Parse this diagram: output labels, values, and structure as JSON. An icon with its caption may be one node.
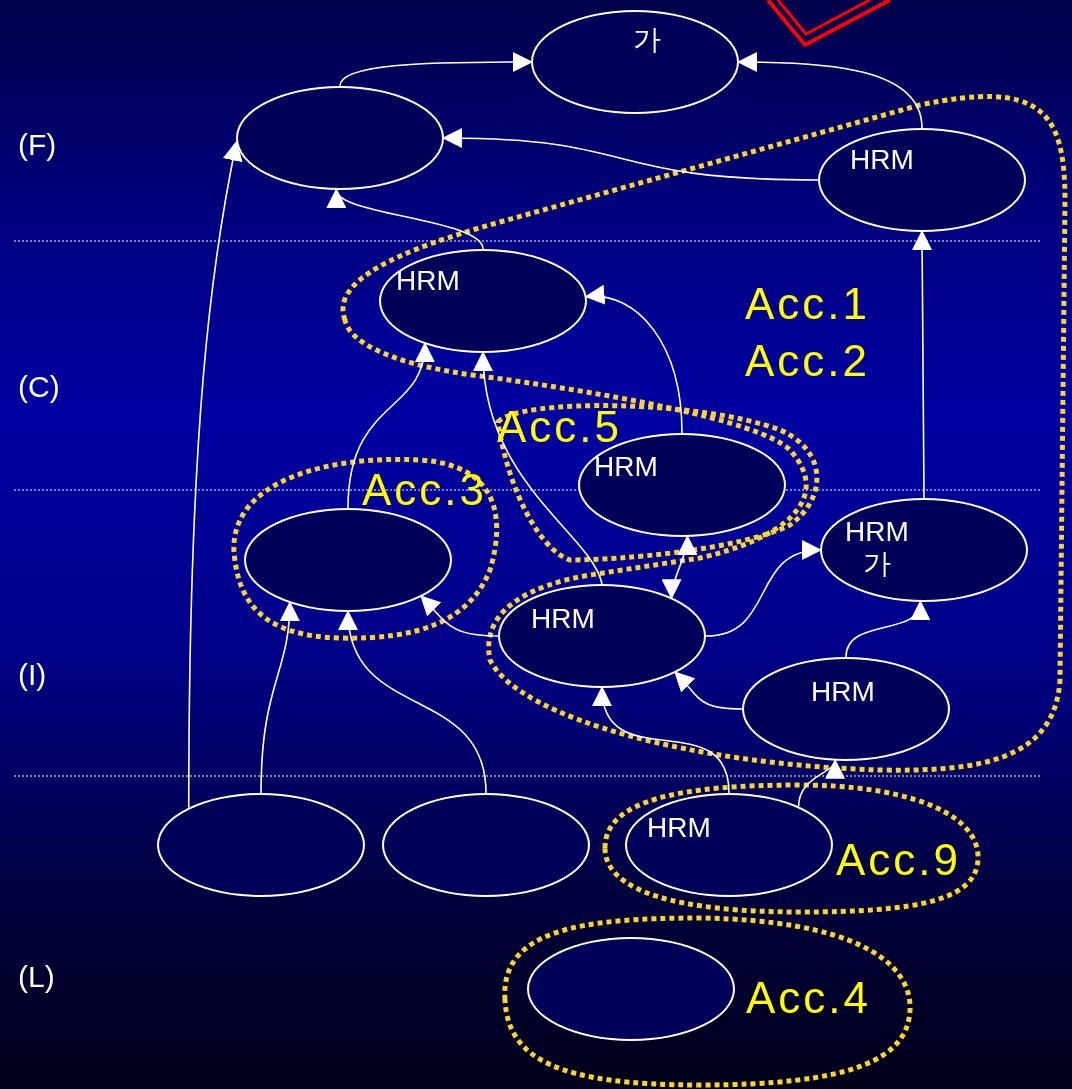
{
  "diagram": {
    "nodes": [
      {
        "text": [
          "가"
        ]
      },
      {
        "text": [],
        "shape": "ellipse"
      },
      {
        "text": [
          "HRM"
        ]
      },
      {
        "text": [
          "HRM"
        ]
      },
      {
        "text": [
          "HRM"
        ]
      },
      {
        "text": [],
        "shape": "ellipse"
      },
      {
        "text": [
          "HRM 가"
        ]
      },
      {
        "text": [
          "HRM"
        ]
      },
      {
        "text": [
          "HRM"
        ]
      },
      {
        "text": [],
        "shape": "ellipse"
      },
      {
        "text": [],
        "shape": "ellipse"
      },
      {
        "text": [
          "HRM"
        ]
      },
      {
        "text": [],
        "shape": "ellipse"
      }
    ],
    "edges": [
      {
        "from": 1,
        "to": 0,
        "arrow": "to"
      },
      {
        "from": 2,
        "to": 0,
        "arrow": "to"
      },
      {
        "from": 2,
        "to": 1,
        "arrow": "to"
      },
      {
        "from": 3,
        "to": 1,
        "arrow": "to"
      },
      {
        "from": 9,
        "to": 1,
        "arrow": "to"
      },
      {
        "from": 6,
        "to": 2,
        "arrow": "to"
      },
      {
        "from": 4,
        "to": 3,
        "arrow": "to"
      },
      {
        "from": 5,
        "to": 3,
        "arrow": "to"
      },
      {
        "from": 7,
        "to": 3,
        "arrow": "to"
      },
      {
        "from": 4,
        "to": 7,
        "arrow": "both"
      },
      {
        "from": 7,
        "to": 6,
        "arrow": "to"
      },
      {
        "from": 7,
        "to": 5,
        "arrow": "to"
      },
      {
        "from": 8,
        "to": 6,
        "arrow": "to"
      },
      {
        "from": 8,
        "to": 7,
        "arrow": "to"
      },
      {
        "from": 9,
        "to": 5,
        "arrow": "to"
      },
      {
        "from": 10,
        "to": 5,
        "arrow": "to"
      },
      {
        "from": 11,
        "to": 7,
        "arrow": "to"
      },
      {
        "from": 11,
        "to": 8,
        "arrow": "to"
      }
    ],
    "labels": [
      "(F)",
      "Acc.1",
      "Acc.2",
      "(C)",
      "Acc.5",
      "Acc.3",
      "(I)",
      "Acc.9",
      "(L)",
      "Acc.4"
    ]
  }
}
